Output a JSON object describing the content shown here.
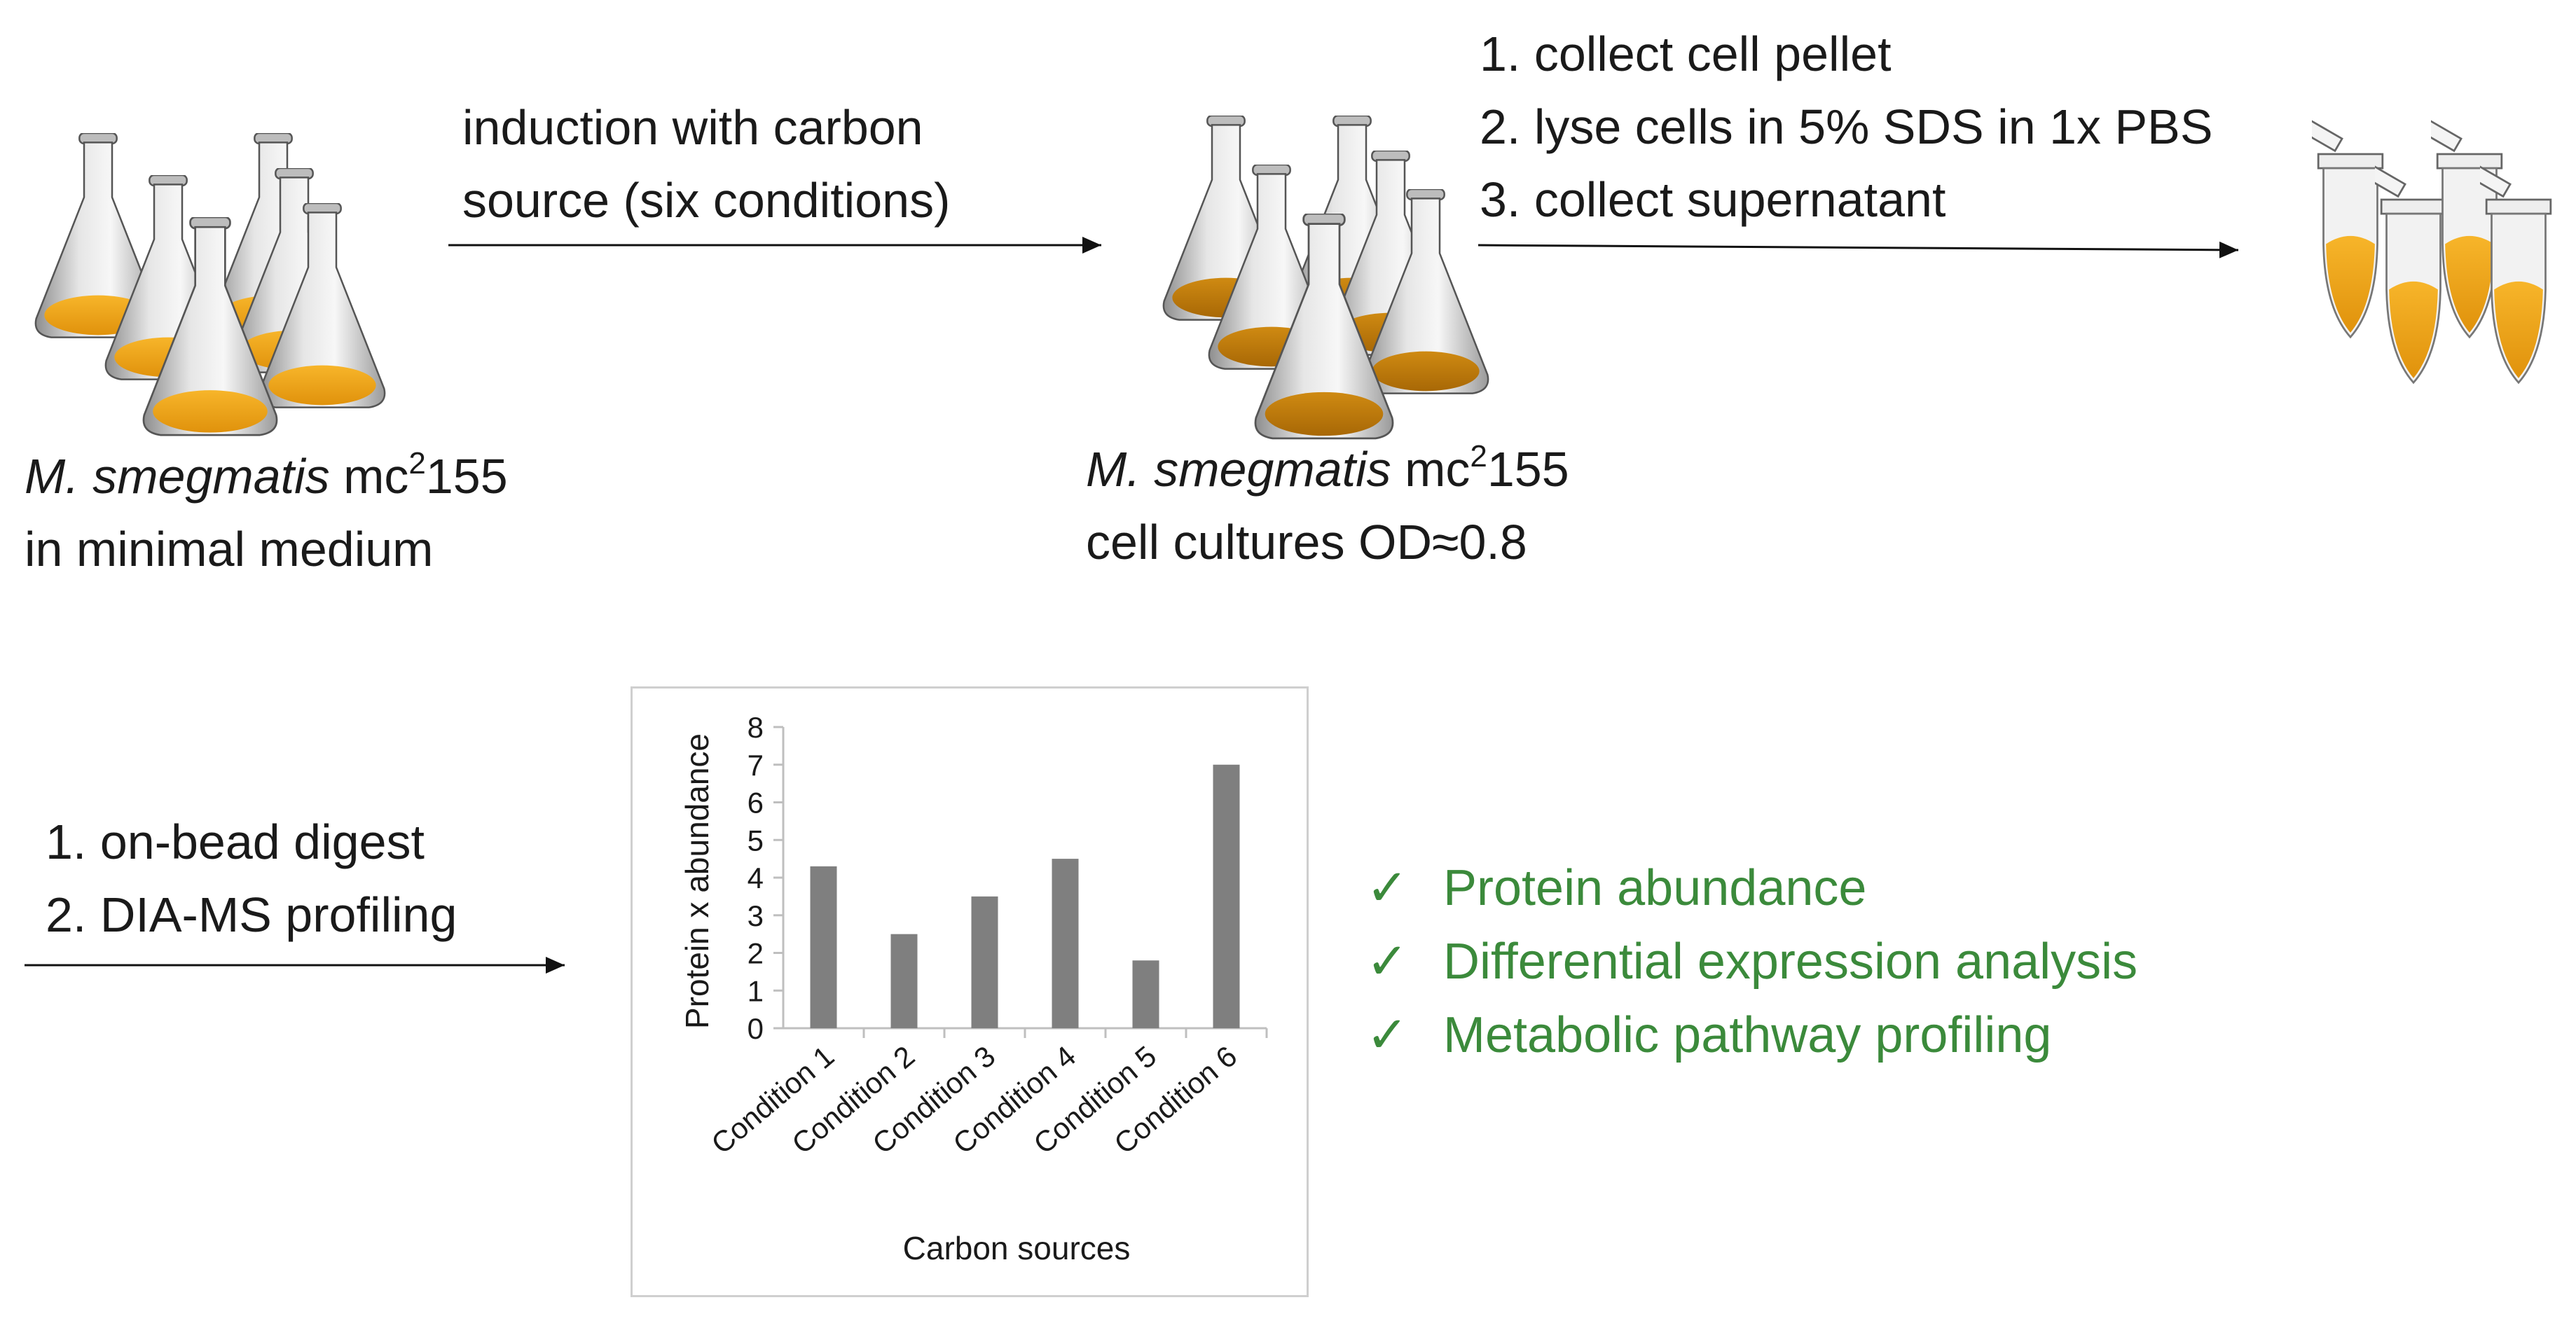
{
  "step1_label": {
    "italic": "M. smegmatis",
    "rest": " mc",
    "sup": "2",
    "tail": "155",
    "line2": "in minimal medium"
  },
  "arrow1_text": [
    "induction with carbon",
    "source (six conditions)"
  ],
  "step2_label": {
    "italic": "M. smegmatis",
    "rest": " mc",
    "sup": "2",
    "tail": "155",
    "line2": "cell cultures OD≈0.8"
  },
  "arrow2_text": [
    "1. collect cell pellet",
    "2. lyse cells in 5% SDS in 1x PBS",
    "3. collect supernatant"
  ],
  "arrow3_text": [
    "1. on-bead digest",
    "2. DIA-MS profiling"
  ],
  "outcomes": {
    "check_glyph": "✓",
    "color": "#3b8a3b",
    "items": [
      "Protein abundance",
      "Differential expression analysis",
      "Metabolic pathway profiling"
    ]
  },
  "colors": {
    "culture_light": "#f5a81c",
    "culture_dark": "#c8820a",
    "bar": "#7f7f7f"
  },
  "chart_data": {
    "type": "bar",
    "categories": [
      "Condition 1",
      "Condition 2",
      "Condition 3",
      "Condition 4",
      "Condition 5",
      "Condition 6"
    ],
    "values": [
      4.3,
      2.5,
      3.5,
      4.5,
      1.8,
      7.0
    ],
    "title": "",
    "xlabel": "Carbon sources",
    "ylabel": "Protein x abundance",
    "ylim": [
      0,
      8
    ],
    "yticks": [
      "0",
      "1",
      "2",
      "3",
      "4",
      "5",
      "6",
      "7",
      "8"
    ],
    "grid": false
  }
}
